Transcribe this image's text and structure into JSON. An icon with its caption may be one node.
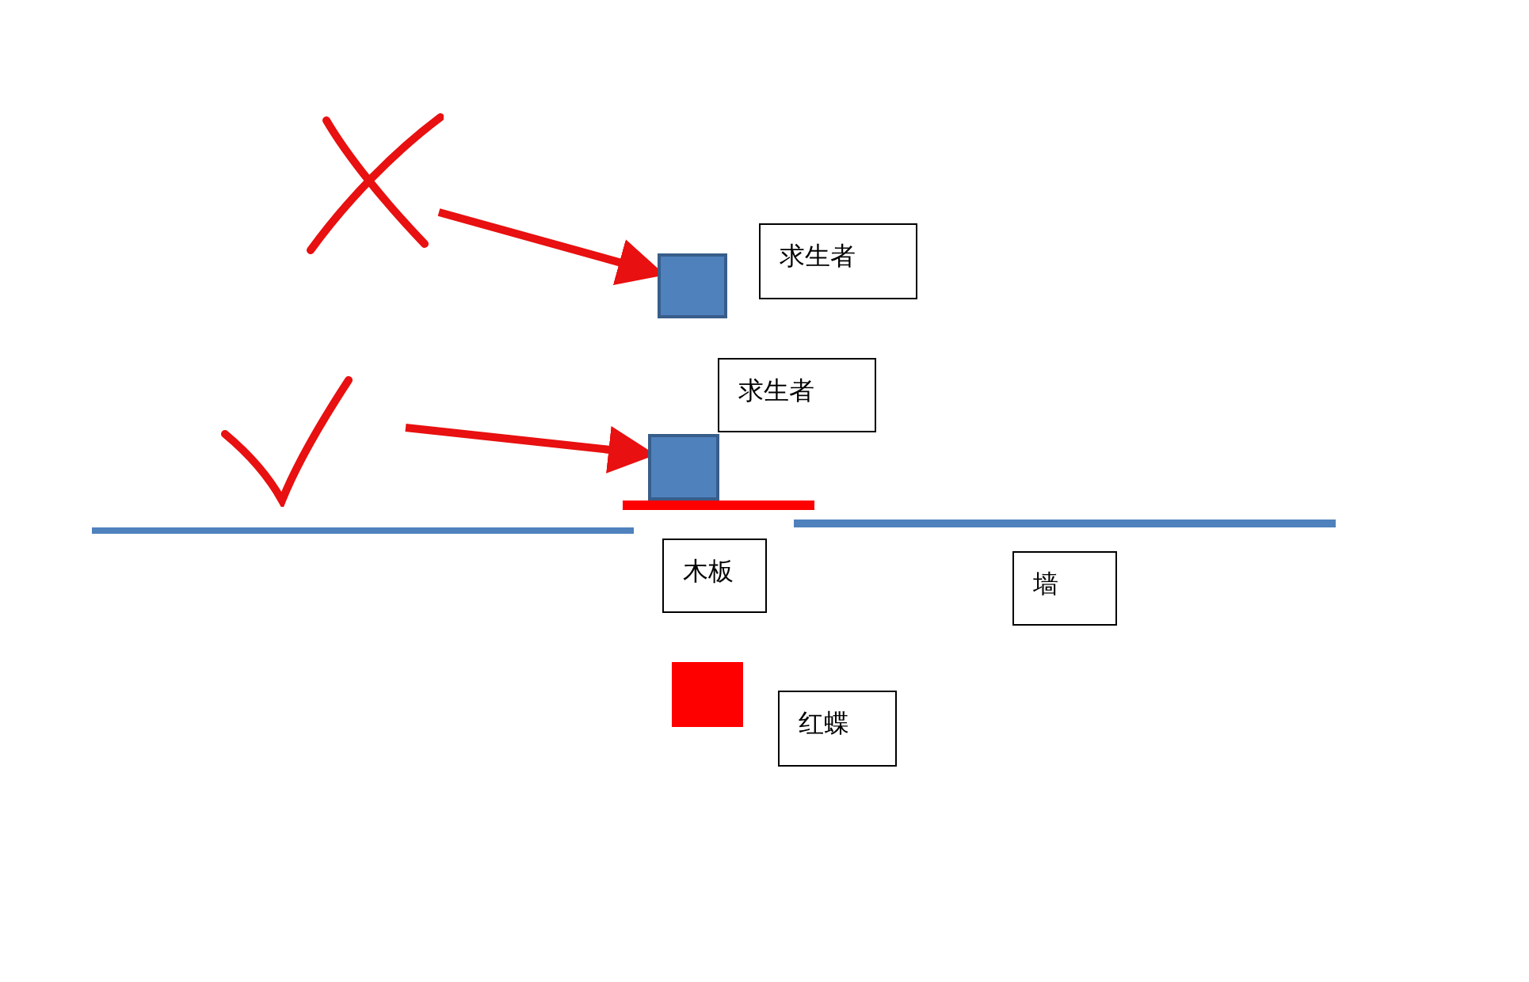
{
  "diagram": {
    "nodes": [
      {
        "text": [],
        "shape": "cross"
      },
      {
        "text": [],
        "shape": "box"
      },
      {
        "text": [
          "求生者"
        ]
      },
      {
        "text": [],
        "shape": "checkmark"
      },
      {
        "text": [],
        "shape": "box"
      },
      {
        "text": [
          "求生者"
        ]
      },
      {
        "text": [
          "木板"
        ]
      },
      {
        "text": [
          "墙"
        ]
      },
      {
        "text": [],
        "shape": "box"
      },
      {
        "text": [
          "红蝶"
        ]
      }
    ],
    "edges": [
      {
        "from": 0,
        "to": 1,
        "arrow": "to"
      },
      {
        "from": 3,
        "to": 4,
        "arrow": "to"
      }
    ]
  }
}
